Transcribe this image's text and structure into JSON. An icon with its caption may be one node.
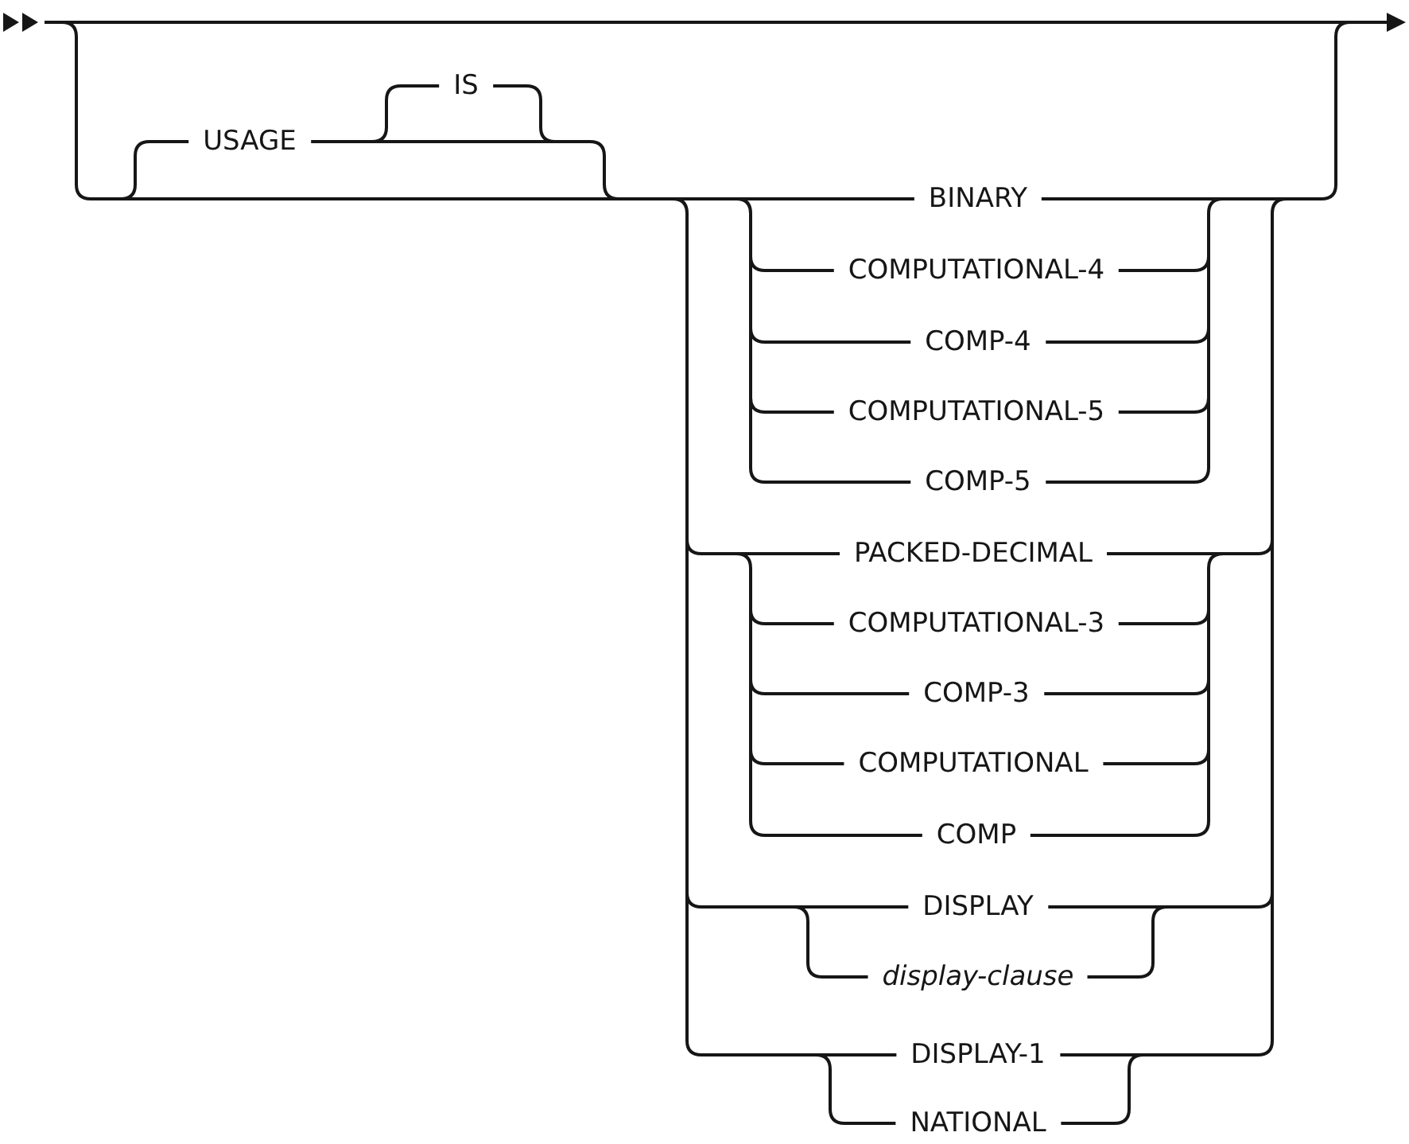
{
  "diagram": {
    "labels": [
      "IS",
      "USAGE",
      "BINARY",
      "COMPUTATIONAL-4",
      "COMP-4",
      "COMPUTATIONAL-5",
      "COMP-5",
      "PACKED-DECIMAL",
      "COMPUTATIONAL-3",
      "COMP-3",
      "COMPUTATIONAL",
      "COMP",
      "DISPLAY",
      "display-clause",
      "DISPLAY-1",
      "NATIONAL"
    ]
  }
}
